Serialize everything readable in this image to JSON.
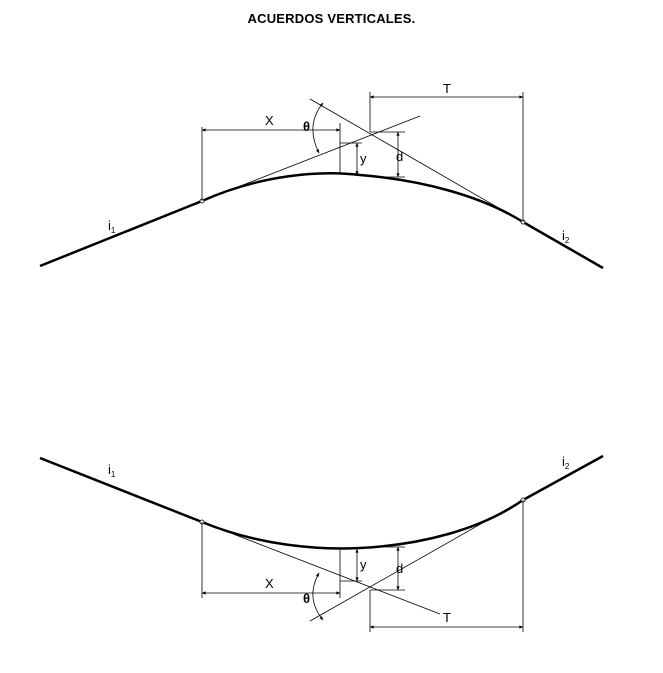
{
  "title": "ACUERDOS VERTICALES.",
  "crest": {
    "label_x": "X",
    "label_y": "y",
    "label_d": "d",
    "label_t": "T",
    "label_theta": "θ",
    "slope_1": {
      "letter": "i",
      "index": "1"
    },
    "slope_2": {
      "letter": "i",
      "index": "2"
    }
  },
  "sag": {
    "label_x": "X",
    "label_y": "y",
    "label_d": "d",
    "label_t": "T",
    "label_theta": "θ",
    "slope_1": {
      "letter": "i",
      "index": "1"
    },
    "slope_2": {
      "letter": "i",
      "index": "2"
    }
  }
}
